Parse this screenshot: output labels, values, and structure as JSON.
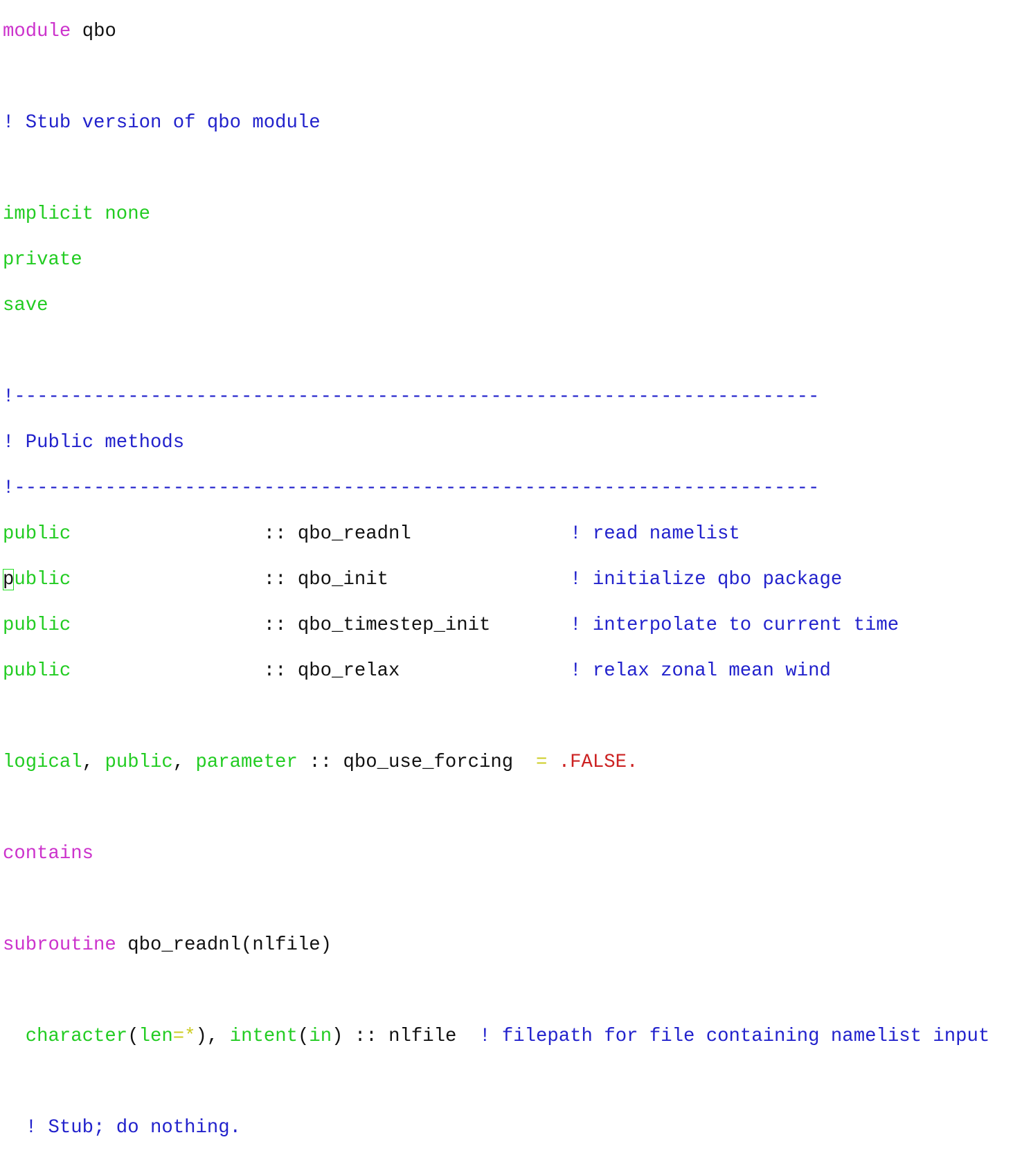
{
  "editor": {
    "lines": {
      "l1": {
        "kw": "module",
        "name": "qbo"
      },
      "l3": {
        "comment": "! Stub version of qbo module"
      },
      "l5": {
        "text": "implicit none"
      },
      "l6": {
        "text": "private"
      },
      "l7": {
        "text": "save"
      },
      "l9": {
        "comment": "!-----------------------------------------------------------------------"
      },
      "l10": {
        "comment": "! Public methods"
      },
      "l11": {
        "comment": "!-----------------------------------------------------------------------"
      },
      "public_decls": [
        {
          "kw": "public",
          "sep": " :: ",
          "name": "qbo_readnl",
          "comment": "! read namelist"
        },
        {
          "kw_first": "p",
          "kw_rest": "ublic",
          "sep": " :: ",
          "name": "qbo_init",
          "comment": "! initialize qbo package"
        },
        {
          "kw": "public",
          "sep": " :: ",
          "name": "qbo_timestep_init",
          "comment": "! interpolate to current time"
        },
        {
          "kw": "public",
          "sep": " :: ",
          "name": "qbo_relax",
          "comment": "! relax zonal mean wind"
        }
      ],
      "l17": {
        "kw1": "logical",
        "c1": ", ",
        "kw2": "public",
        "c2": ", ",
        "kw3": "parameter",
        "sep": " :: ",
        "name": "qbo_use_forcing",
        "eq": "=",
        "value": ".FALSE."
      },
      "l19": {
        "kw": "contains"
      },
      "l21": {
        "kw": "subroutine",
        "name": "qbo_readnl(nlfile)"
      },
      "l23": {
        "kw1": "character",
        "p1": "(",
        "kw2": "len",
        "eq": "=",
        "star": "*",
        "p2": "), ",
        "kw3": "intent",
        "p3": "(",
        "kw4": "in",
        "p4": ")",
        "sep": " :: ",
        "name": "nlfile",
        "comment": "! filepath for file containing namelist input"
      },
      "l25": {
        "comment": "! Stub; do nothing."
      }
    },
    "colors": {
      "keyword_module": "#cc33cc",
      "keyword": "#22cc22",
      "comment": "#2222cc",
      "operator": "#cccc22",
      "literal": "#cc2222",
      "identifier": "#111111",
      "cursor_outline": "#22dd22"
    }
  }
}
